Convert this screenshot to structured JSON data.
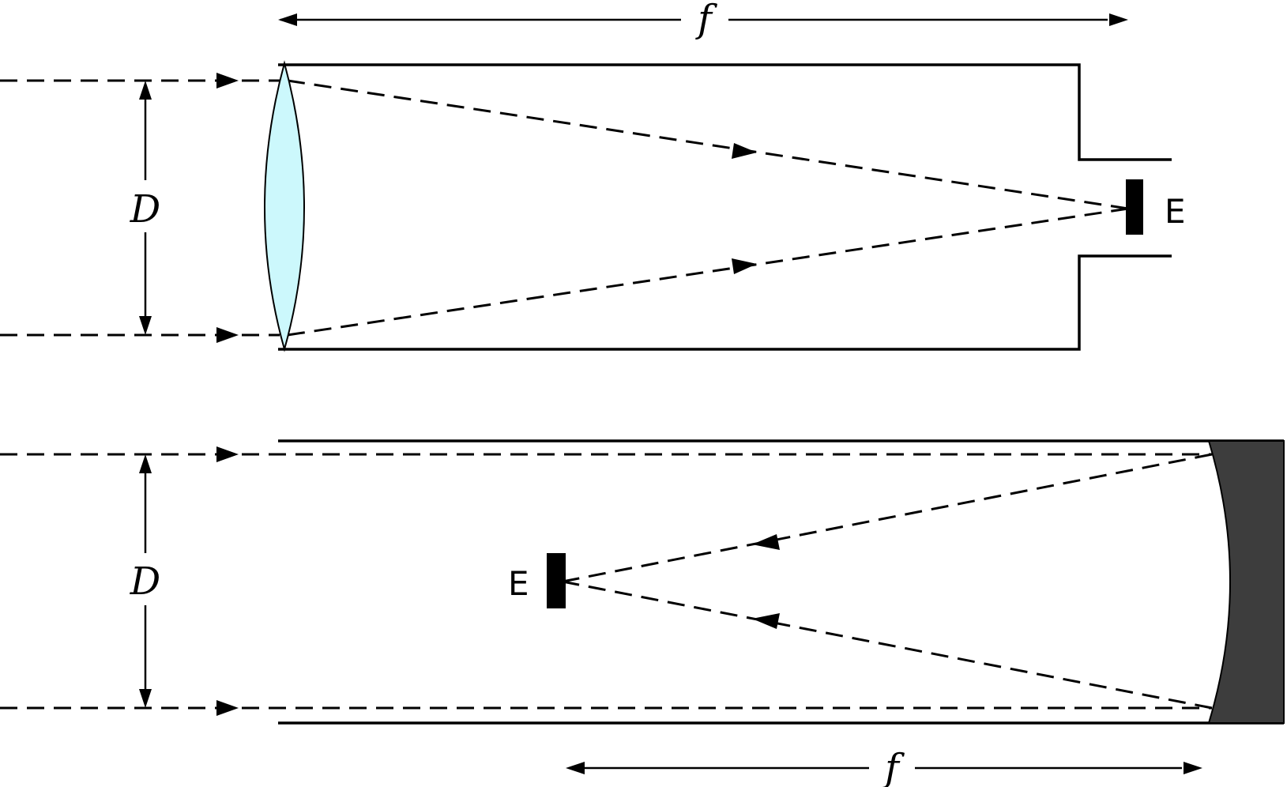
{
  "refractor": {
    "focal_length_label": "f",
    "aperture_label": "D",
    "eyepiece_label": "E"
  },
  "reflector": {
    "focal_length_label": "f",
    "aperture_label": "D",
    "eyepiece_label": "E"
  },
  "colors": {
    "lens_fill": "#ccf8fc",
    "mirror_fill": "#3d3d3d",
    "line": "#000000",
    "background": "#ffffff"
  }
}
